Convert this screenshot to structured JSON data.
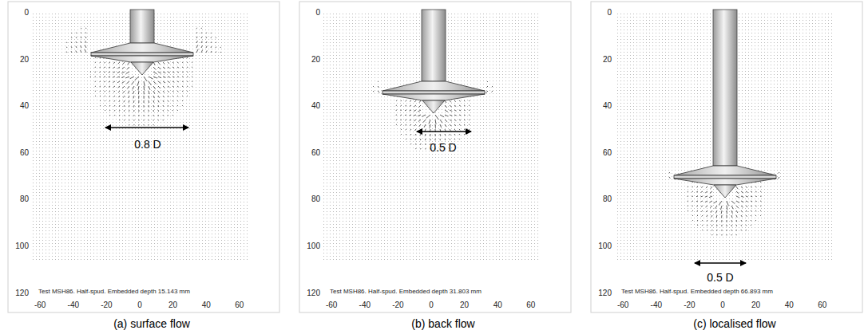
{
  "diagram": {
    "labels": [
      "0",
      "20",
      "40",
      "60",
      "80",
      "100",
      "120",
      "-60",
      "-40",
      "-20",
      "0",
      "20",
      "40",
      "60",
      "0.8 D",
      "Test MSH86. Half-spud. Embedded depth 15.143 mm",
      "(a) surface flow",
      "0",
      "20",
      "40",
      "60",
      "80",
      "100",
      "120",
      "-60",
      "-40",
      "-20",
      "0",
      "20",
      "40",
      "60",
      "0.5 D",
      "Test MSH86. Half-spud. Embedded depth 31.803 mm",
      "(b) back flow",
      "0",
      "20",
      "40",
      "60",
      "80",
      "100",
      "120",
      "-60",
      "-40",
      "-20",
      "0",
      "20",
      "40",
      "60",
      "0.5 D",
      "Test MSH86. Half-spud. Embedded depth 66.893 mm",
      "(c) localised flow"
    ]
  }
}
